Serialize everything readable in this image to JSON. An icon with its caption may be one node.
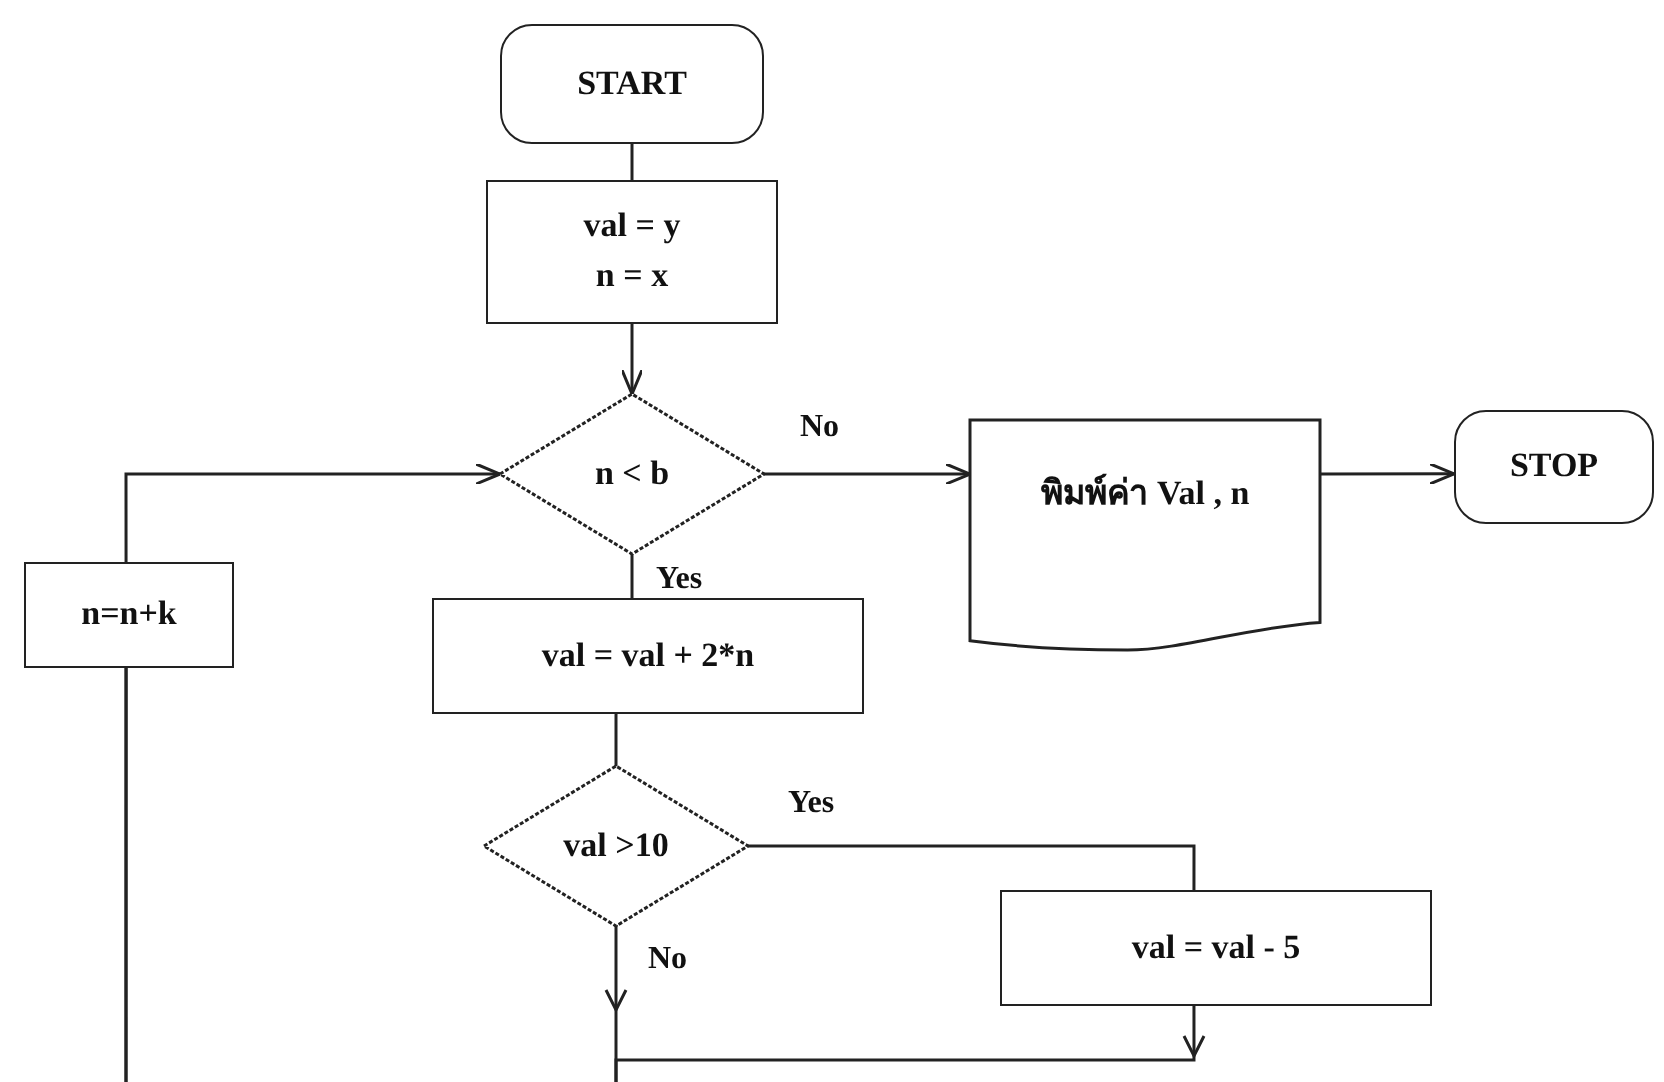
{
  "diagram": {
    "nodes": [
      {
        "text": [
          "START"
        ]
      },
      {
        "text": [
          "val = y",
          "n = x"
        ]
      },
      {
        "text": [
          "n < b"
        ]
      },
      {
        "text": [
          "พิมพ์ค่า Val , n"
        ]
      },
      {
        "text": [
          "STOP"
        ]
      },
      {
        "text": [
          "n=n+k"
        ]
      },
      {
        "text": [
          "val = val + 2*n"
        ]
      },
      {
        "text": [
          "val >10"
        ]
      },
      {
        "text": [
          "val = val - 5"
        ]
      }
    ],
    "edges": [
      {
        "from": 0,
        "to": 1,
        "arrow": "none"
      },
      {
        "from": 1,
        "to": 2,
        "arrow": "to"
      },
      {
        "from": 2,
        "to": 3,
        "arrow": "to",
        "label": "No"
      },
      {
        "from": 3,
        "to": 4,
        "arrow": "to"
      },
      {
        "from": 2,
        "to": 6,
        "arrow": "none",
        "label": "Yes"
      },
      {
        "from": 6,
        "to": 7,
        "arrow": "to"
      },
      {
        "from": 7,
        "to": 8,
        "arrow": "none",
        "label": "Yes"
      },
      {
        "from": 7,
        "to": 5,
        "arrow": "to",
        "label": "No"
      },
      {
        "from": 8,
        "to": 5,
        "arrow": "to"
      },
      {
        "from": 5,
        "to": 2,
        "arrow": "to"
      }
    ]
  }
}
